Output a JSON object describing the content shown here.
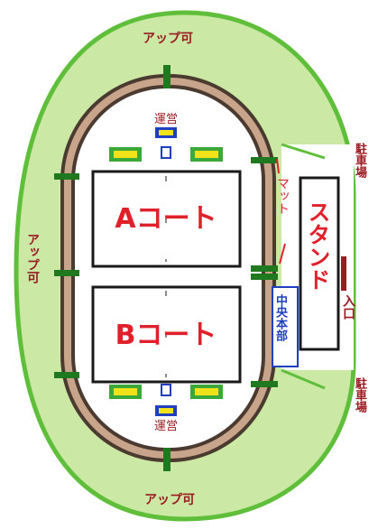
{
  "labels": {
    "appu_top": "アップ可",
    "appu_left": "アップ可",
    "appu_bottom": "アップ可",
    "court_a": "Aコート",
    "court_b": "Bコート",
    "unei_top": "運営",
    "unei_bottom": "運営",
    "mat": "マット",
    "stand": "スタンド",
    "honbu": "中央本部",
    "entrance": "入口",
    "parking_top": "駐車場",
    "parking_bottom": "駐車場"
  },
  "colors": {
    "field_green": "#cbe8a4",
    "ring_green": "#5fbf3a",
    "track_brown": "#c8a58a",
    "track_dark": "#4a3a30",
    "marker_green": "#1f7a1f",
    "court_line": "#1a1a1a",
    "red_text": "#e0202a",
    "darkred_text": "#9a1b22",
    "blue": "#1f3fbf",
    "yellow": "#f2e21a",
    "table_green": "#3aa93a"
  }
}
